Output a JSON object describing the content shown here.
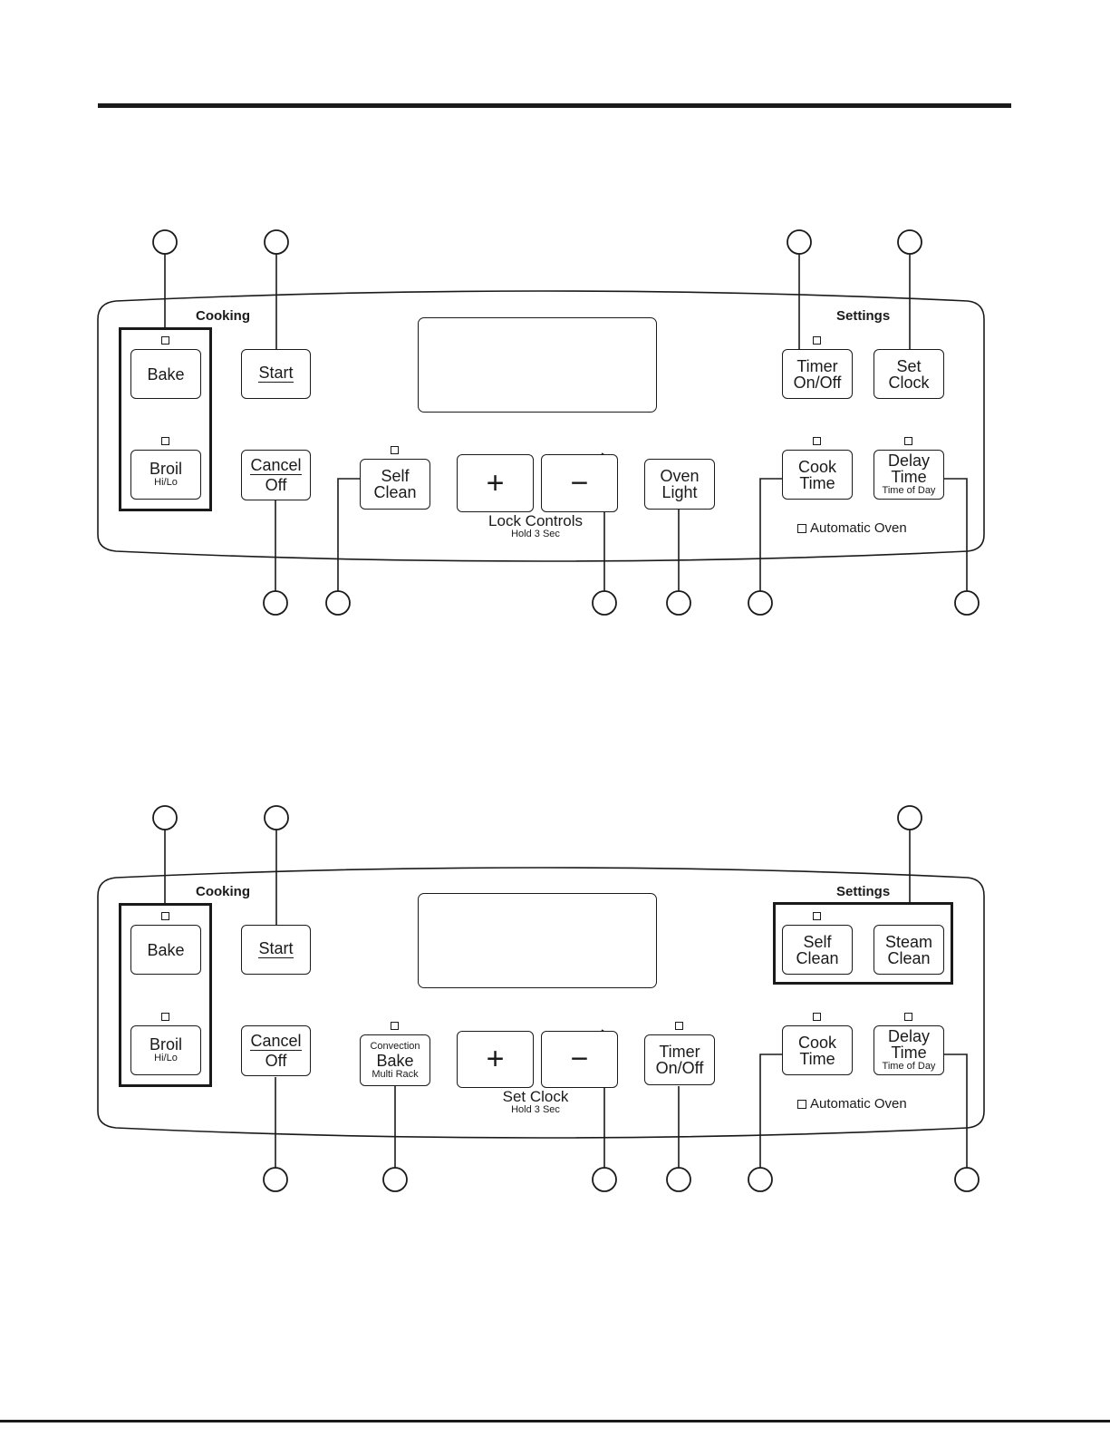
{
  "diagram1": {
    "section_cooking": "Cooking",
    "section_settings": "Settings",
    "bake": {
      "main": "Bake"
    },
    "broil": {
      "main": "Broil",
      "sub": "Hi/Lo"
    },
    "start": {
      "main": "Start"
    },
    "cancel": {
      "top": "Cancel",
      "bottom": "Off"
    },
    "self_clean": {
      "line1": "Self",
      "line2": "Clean"
    },
    "plus": "+",
    "minus": "−",
    "lock": {
      "main": "Lock Controls",
      "sub": "Hold 3 Sec"
    },
    "oven_light": {
      "line1": "Oven",
      "line2": "Light"
    },
    "timer": {
      "line1": "Timer",
      "line2": "On/Off"
    },
    "set_clock": {
      "line1": "Set",
      "line2": "Clock"
    },
    "cook_time": {
      "line1": "Cook",
      "line2": "Time"
    },
    "delay_time": {
      "line1": "Delay",
      "line2": "Time",
      "sub": "Time of Day"
    },
    "automatic_oven": "Automatic Oven"
  },
  "diagram2": {
    "section_cooking": "Cooking",
    "section_settings": "Settings",
    "bake": {
      "main": "Bake"
    },
    "broil": {
      "main": "Broil",
      "sub": "Hi/Lo"
    },
    "start": {
      "main": "Start"
    },
    "cancel": {
      "top": "Cancel",
      "bottom": "Off"
    },
    "convection": {
      "top": "Convection",
      "main": "Bake",
      "sub": "Multi Rack"
    },
    "plus": "+",
    "minus": "−",
    "set_clock": {
      "main": "Set Clock",
      "sub": "Hold 3 Sec"
    },
    "timer": {
      "line1": "Timer",
      "line2": "On/Off"
    },
    "self_clean": {
      "line1": "Self",
      "line2": "Clean"
    },
    "steam_clean": {
      "line1": "Steam",
      "line2": "Clean"
    },
    "cook_time": {
      "line1": "Cook",
      "line2": "Time"
    },
    "delay_time": {
      "line1": "Delay",
      "line2": "Time",
      "sub": "Time of Day"
    },
    "automatic_oven": "Automatic Oven"
  }
}
